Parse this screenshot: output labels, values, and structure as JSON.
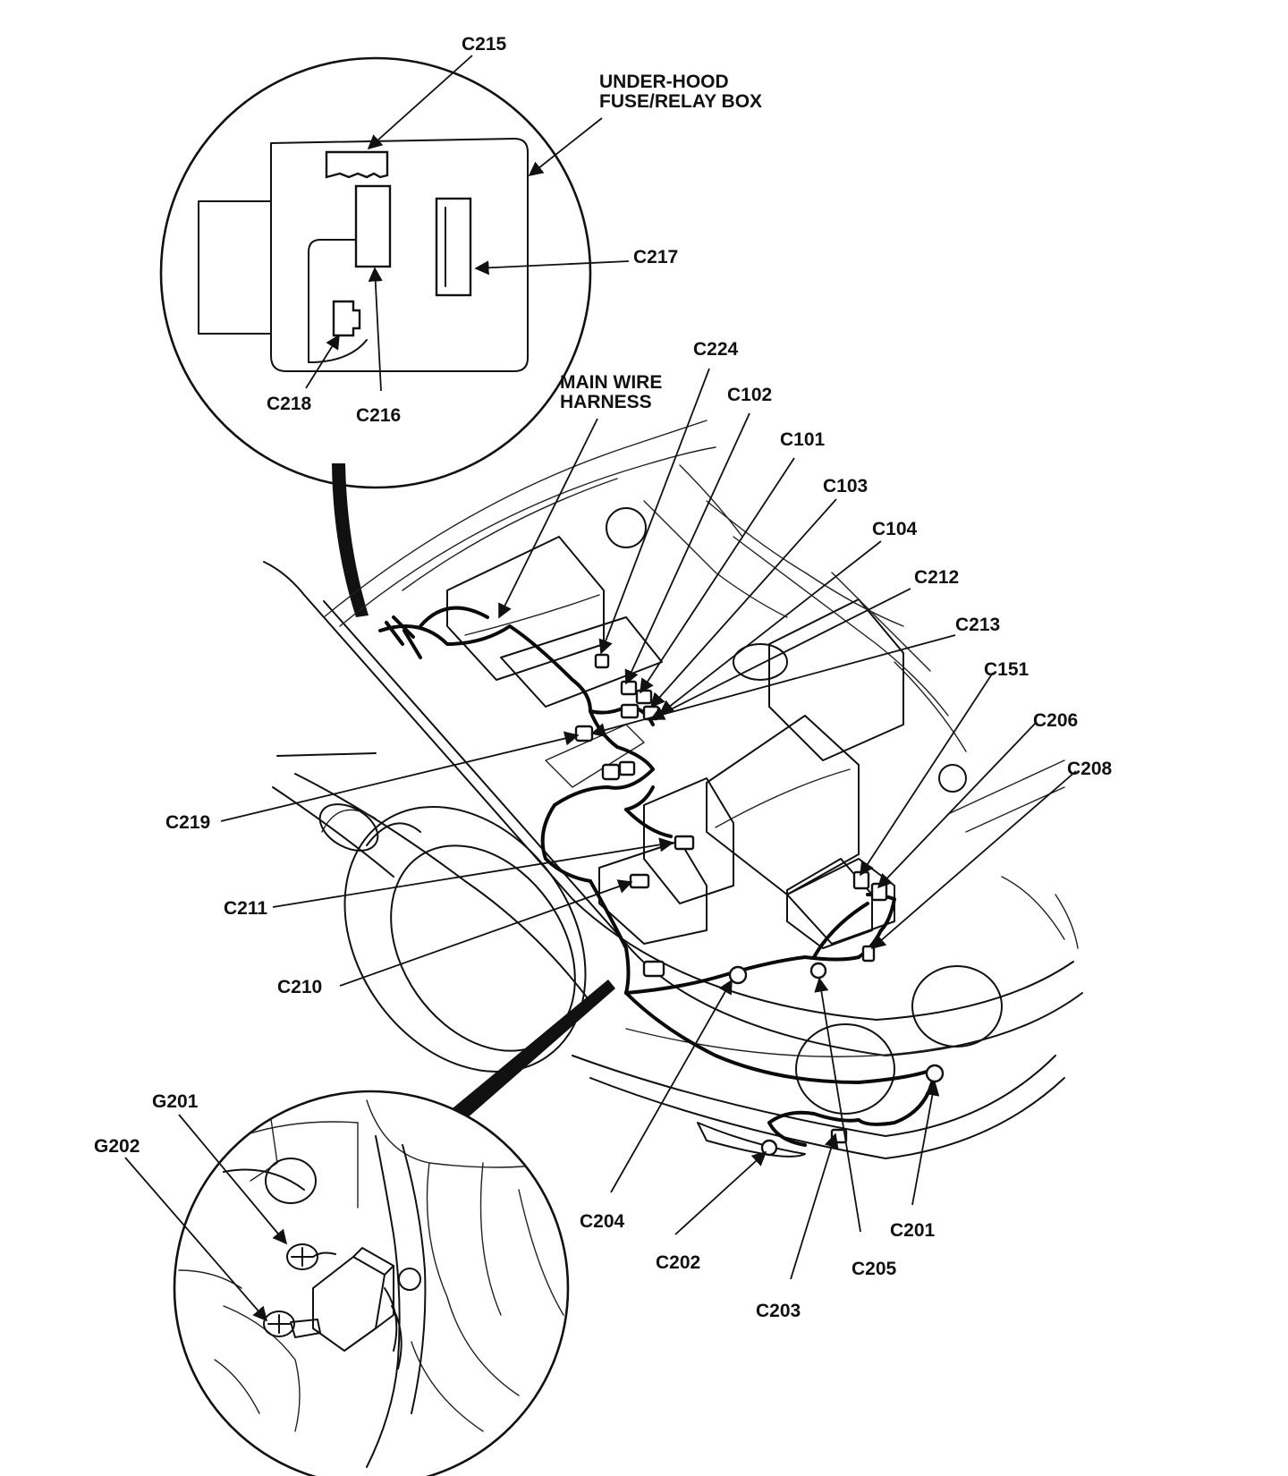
{
  "labels": {
    "C215": "C215",
    "UH1": "UNDER-HOOD",
    "UH2": "FUSE/RELAY BOX",
    "C217": "C217",
    "C218": "C218",
    "C216": "C216",
    "C224": "C224",
    "MW1": "MAIN WIRE",
    "MW2": "HARNESS",
    "C102": "C102",
    "C101": "C101",
    "C103": "C103",
    "C104": "C104",
    "C212": "C212",
    "C213": "C213",
    "C151": "C151",
    "C206": "C206",
    "C208": "C208",
    "C219": "C219",
    "C211": "C211",
    "C210": "C210",
    "C204": "C204",
    "C202": "C202",
    "C203": "C203",
    "C205": "C205",
    "C201": "C201",
    "G201": "G201",
    "G202": "G202"
  },
  "colors": {
    "ink": "#111111",
    "paper": "#ffffff"
  }
}
